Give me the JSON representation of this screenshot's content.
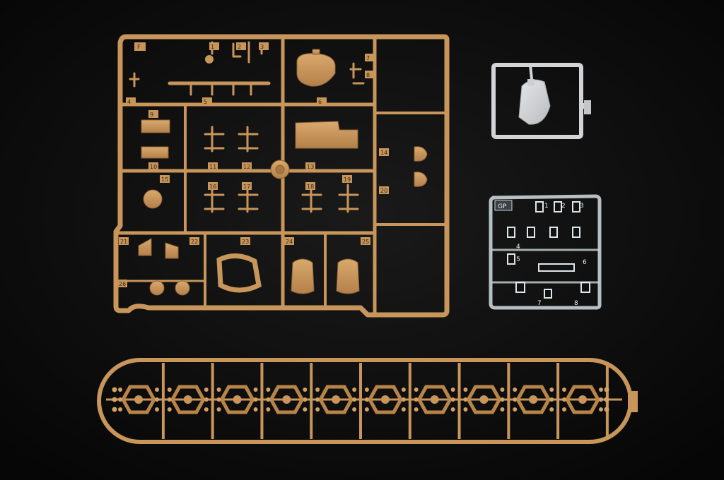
{
  "colors": {
    "background": "#0d0d0d",
    "sprue_tan": "#c8955a",
    "sprue_tan_dark": "#a87640",
    "sprue_grey": "#d2d4d6",
    "sprue_clear": "#c9d3d8"
  },
  "sprue_f": {
    "letter": "F",
    "numbers": [
      "1",
      "2",
      "3",
      "4",
      "5",
      "6",
      "7",
      "8",
      "9",
      "10",
      "11",
      "12",
      "13",
      "14",
      "15",
      "16",
      "17",
      "18",
      "19",
      "20",
      "21",
      "22",
      "23",
      "24",
      "25",
      "26"
    ]
  },
  "sprue_gp": {
    "letter": "GP",
    "numbers": [
      "1",
      "2",
      "3",
      "4",
      "5",
      "6",
      "7",
      "8"
    ]
  },
  "sprue_track": {
    "link_count": 10
  }
}
